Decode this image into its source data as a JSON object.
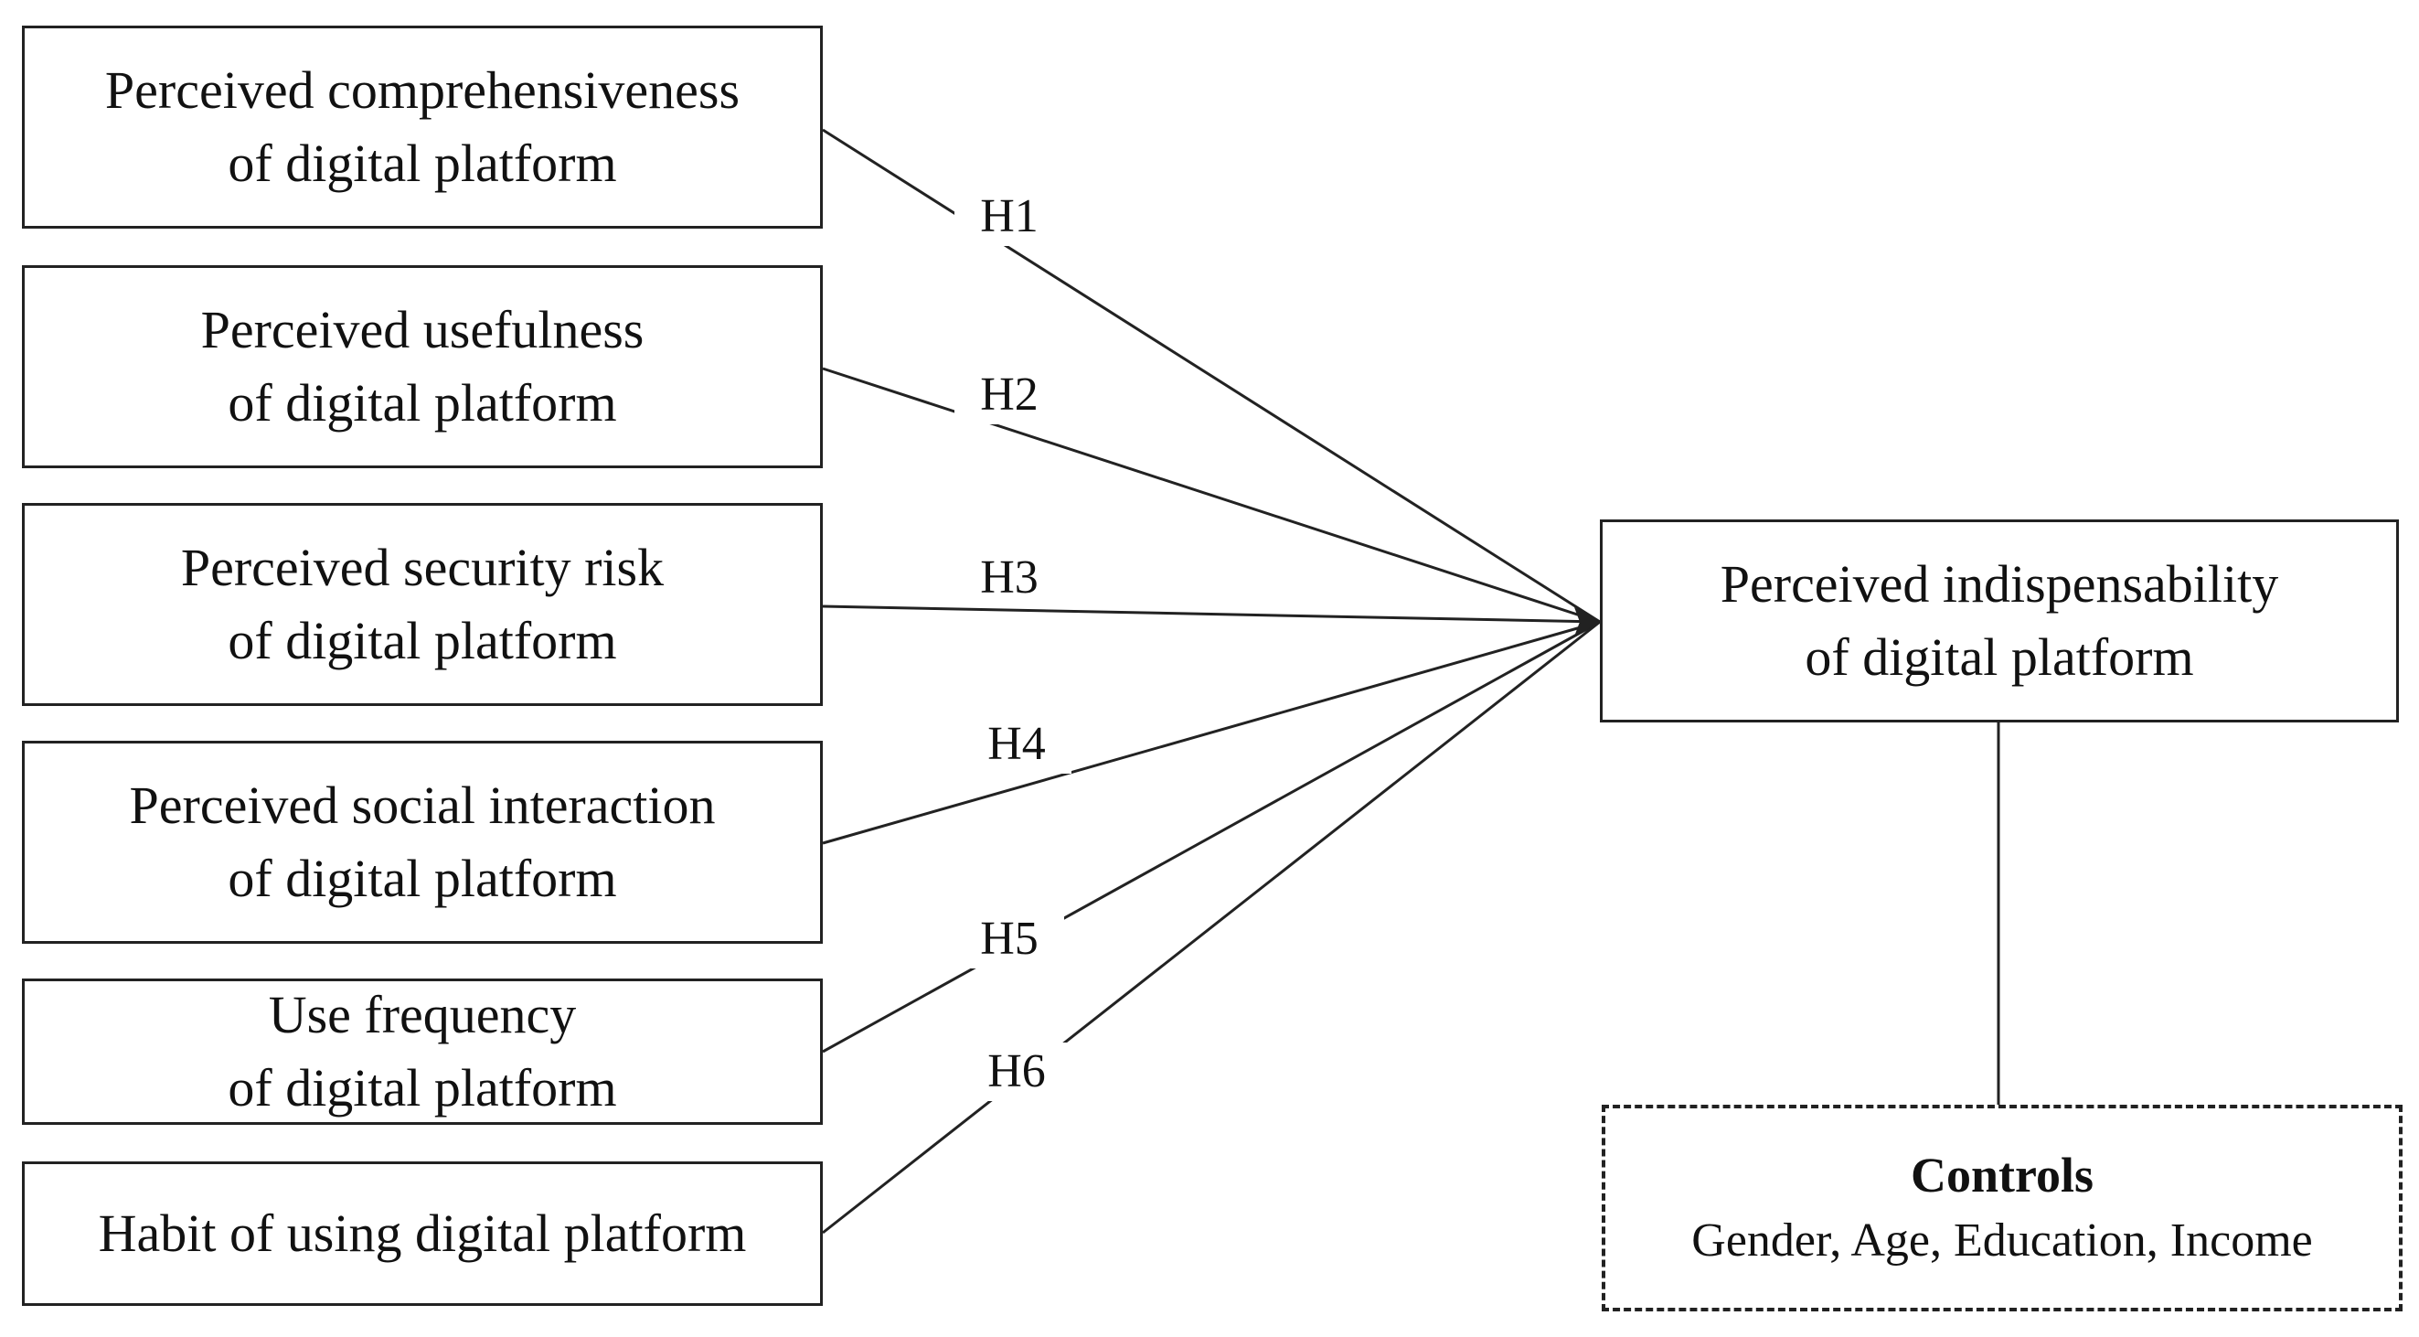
{
  "constructs": [
    {
      "id": "comprehensiveness",
      "line1": "Perceived comprehensiveness",
      "line2": "of digital platform"
    },
    {
      "id": "usefulness",
      "line1": "Perceived usefulness",
      "line2": "of digital platform"
    },
    {
      "id": "security",
      "line1": "Perceived security risk",
      "line2": "of digital platform"
    },
    {
      "id": "social",
      "line1": "Perceived social interaction",
      "line2": "of digital platform"
    },
    {
      "id": "frequency",
      "line1": "Use frequency",
      "line2": "of digital platform"
    },
    {
      "id": "habit",
      "line1": "Habit of using digital platform"
    }
  ],
  "hypotheses": [
    "H1",
    "H2",
    "H3",
    "H4",
    "H5",
    "H6"
  ],
  "outcome": {
    "line1": "Perceived indispensability",
    "line2": "of digital platform"
  },
  "controls": {
    "title": "Controls",
    "items": "Gender, Age, Education, Income"
  },
  "colors": {
    "line": "#222222",
    "text": "#111111",
    "background": "#ffffff"
  }
}
